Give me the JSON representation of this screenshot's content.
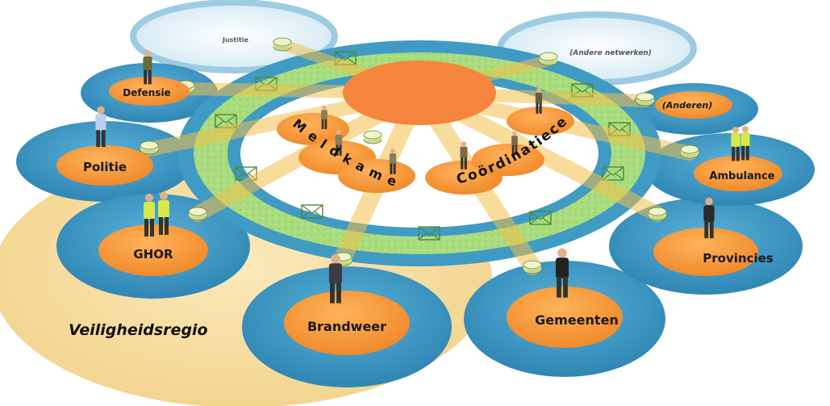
{
  "diagram": {
    "region_label": "Veiligheidsregio",
    "core_left_label": "Meldkamer",
    "core_right_label": "Coördinatiecentra",
    "nodes": {
      "justitie": "Justitie",
      "andere_netwerken": "(Andere netwerken)",
      "defensie": "Defensie",
      "anderen": "(Anderen)",
      "politie": "Politie",
      "ambulance": "Ambulance",
      "ghor": "GHOR",
      "provincies": "Provincies",
      "brandweer": "Brandweer",
      "gemeenten": "Gemeenten"
    },
    "colors": {
      "orange": "#f39a3a",
      "blue": "#3f9ac4",
      "green": "#a9dc7e",
      "sand": "#f6dfa2",
      "hub": "#f5843d"
    }
  }
}
